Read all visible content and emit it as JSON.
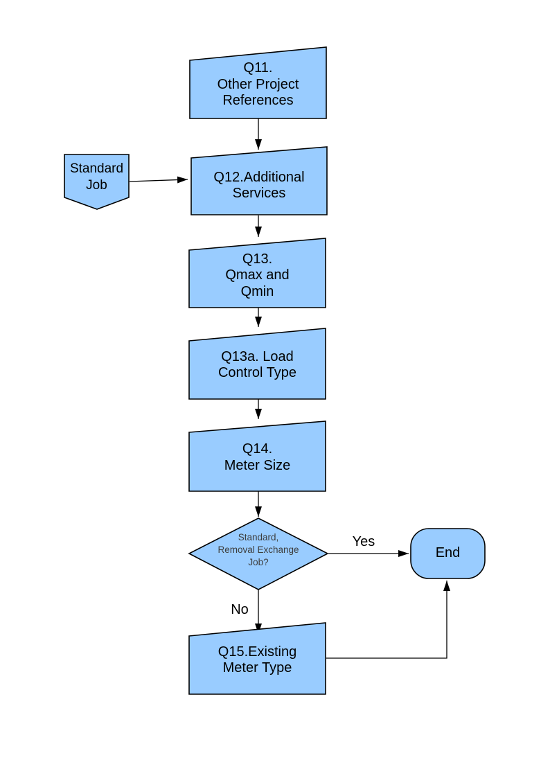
{
  "diagram": {
    "colors": {
      "shape_fill": "#99CCFF",
      "shape_border": "#000000",
      "line": "#000000",
      "text": "#000000"
    },
    "nodes": {
      "q11": {
        "label": "Q11.\nOther Project\nReferences"
      },
      "standard_job": {
        "label": "Standard\nJob"
      },
      "q12": {
        "label": "Q12.Additional\nServices"
      },
      "q13": {
        "label": "Q13.\nQmax and\nQmin"
      },
      "q13a": {
        "label": "Q13a. Load\nControl Type"
      },
      "q14": {
        "label": "Q14.\nMeter Size"
      },
      "decision": {
        "label": "Standard,\nRemoval Exchange\nJob?"
      },
      "end": {
        "label": "End"
      },
      "q15": {
        "label": "Q15.Existing\nMeter Type"
      }
    },
    "edges": {
      "yes_label": "Yes",
      "no_label": "No"
    }
  }
}
